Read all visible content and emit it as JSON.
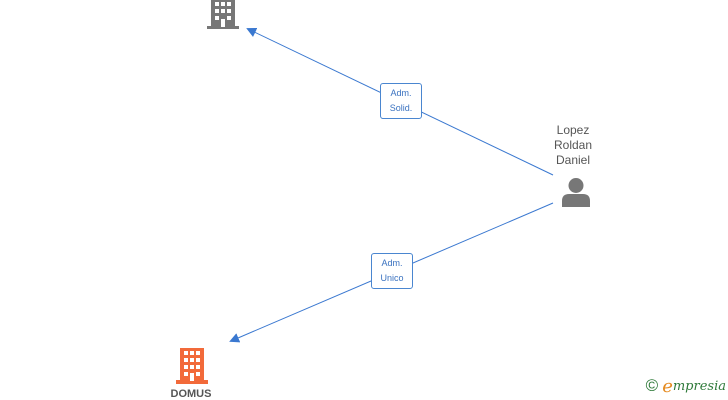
{
  "people": [
    {
      "name_lines": [
        "Lopez",
        "Roldan",
        "Daniel"
      ],
      "icon": "person-icon",
      "color": "#777777"
    }
  ],
  "companies": [
    {
      "name": "",
      "icon": "building-icon",
      "color": "#777777"
    },
    {
      "name": "DOMUS",
      "icon": "building-icon",
      "color": "#f26a3a"
    }
  ],
  "relations": [
    {
      "label_lines": [
        "Adm.",
        "Solid."
      ],
      "from": "Lopez Roldan Daniel",
      "to": "top-company"
    },
    {
      "label_lines": [
        "Adm.",
        "Unico"
      ],
      "from": "Lopez Roldan Daniel",
      "to": "DOMUS"
    }
  ],
  "edge_color": "#3a78d0",
  "brand": {
    "copyright": "©",
    "initial": "e",
    "rest": "mpresia"
  }
}
